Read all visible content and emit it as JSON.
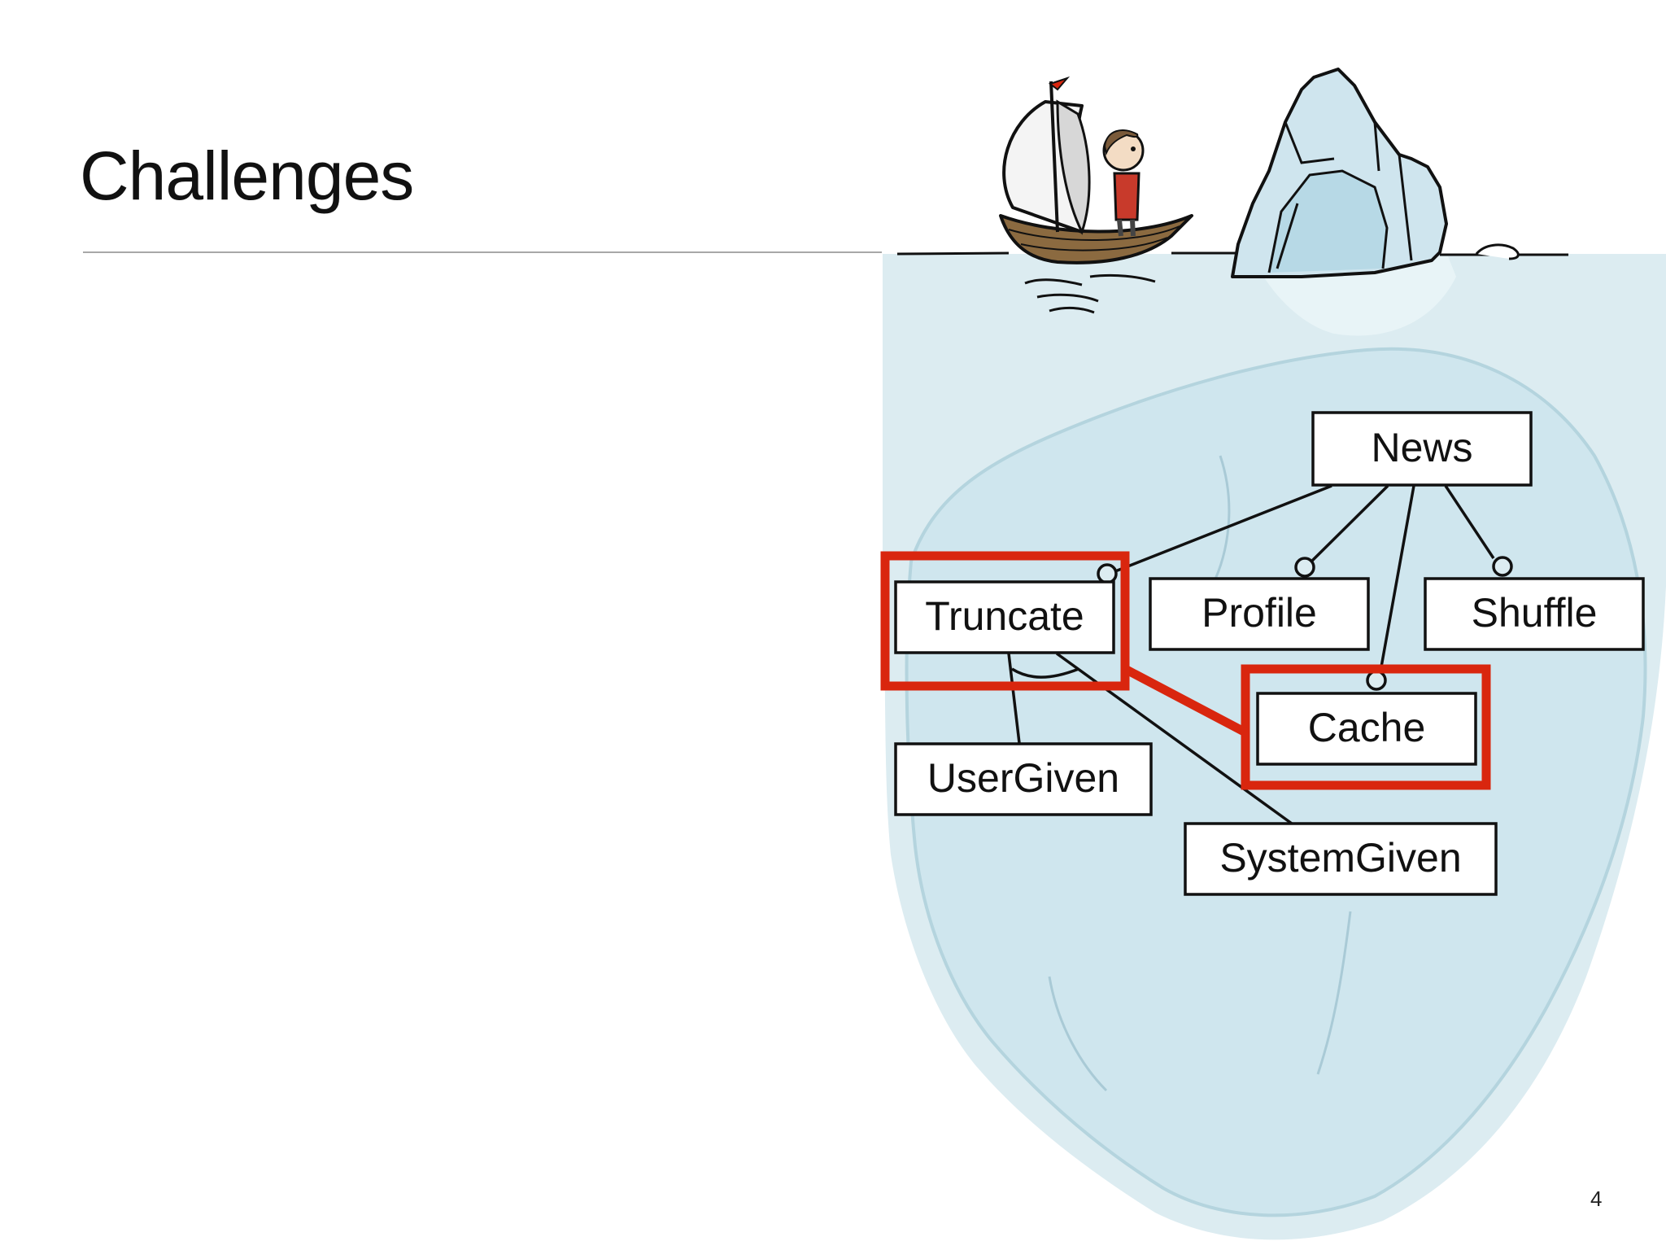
{
  "slide": {
    "title": "Challenges",
    "page_number": "4"
  },
  "diagram": {
    "nodes": {
      "news": "News",
      "truncate": "Truncate",
      "profile": "Profile",
      "shuffle": "Shuffle",
      "cache": "Cache",
      "user_given": "UserGiven",
      "system_given": "SystemGiven"
    },
    "highlight_color": "#d9260e"
  },
  "illustration": {
    "water_color": "#dcecf1",
    "ice_color": "#cfe6ee"
  }
}
